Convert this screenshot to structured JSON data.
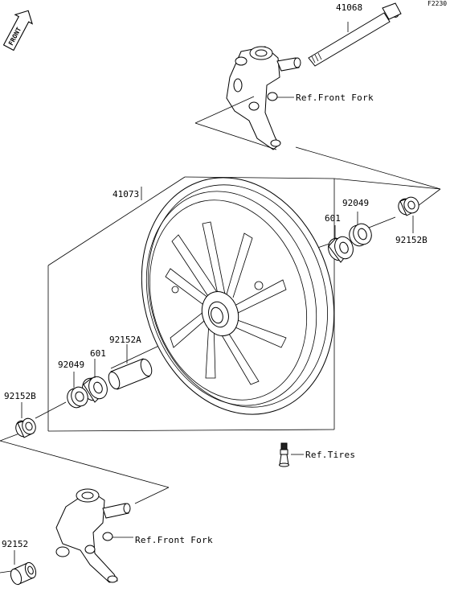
{
  "diagram_code": "F2230",
  "front_badge": "FRONT",
  "parts": {
    "axle": "41068",
    "wheel": "41073",
    "bearing_upper": "601",
    "seal_upper": "92049",
    "collar_upper": "92152B",
    "spacer": "92152A",
    "bearing_lower": "601",
    "seal_lower": "92049",
    "collar_lower": "92152B",
    "bolt_collar": "92152"
  },
  "references": {
    "fork_upper": "Ref.Front Fork",
    "tires": "Ref.Tires",
    "fork_lower": "Ref.Front Fork"
  }
}
